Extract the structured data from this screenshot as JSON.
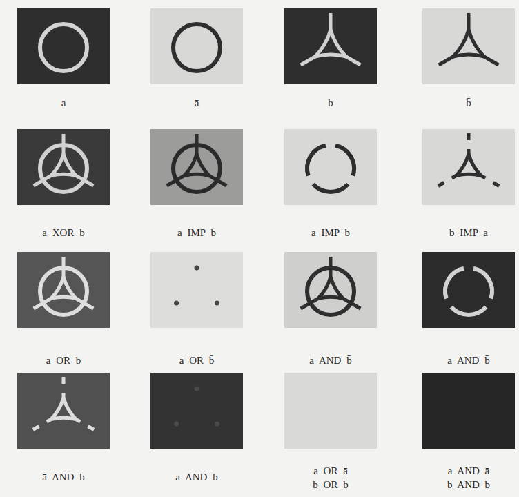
{
  "diagram": {
    "labels": [
      "a",
      "ā",
      "b",
      "b̄",
      "a XOR b",
      "a IMP b",
      "a IMP b",
      "b IMP a",
      "a OR b",
      "ā OR b̄",
      "ā AND b̄",
      "a AND b̄",
      "ā AND b",
      "a AND b",
      "a OR ā",
      "b OR b̄",
      "a AND ā",
      "b AND b̄"
    ]
  }
}
